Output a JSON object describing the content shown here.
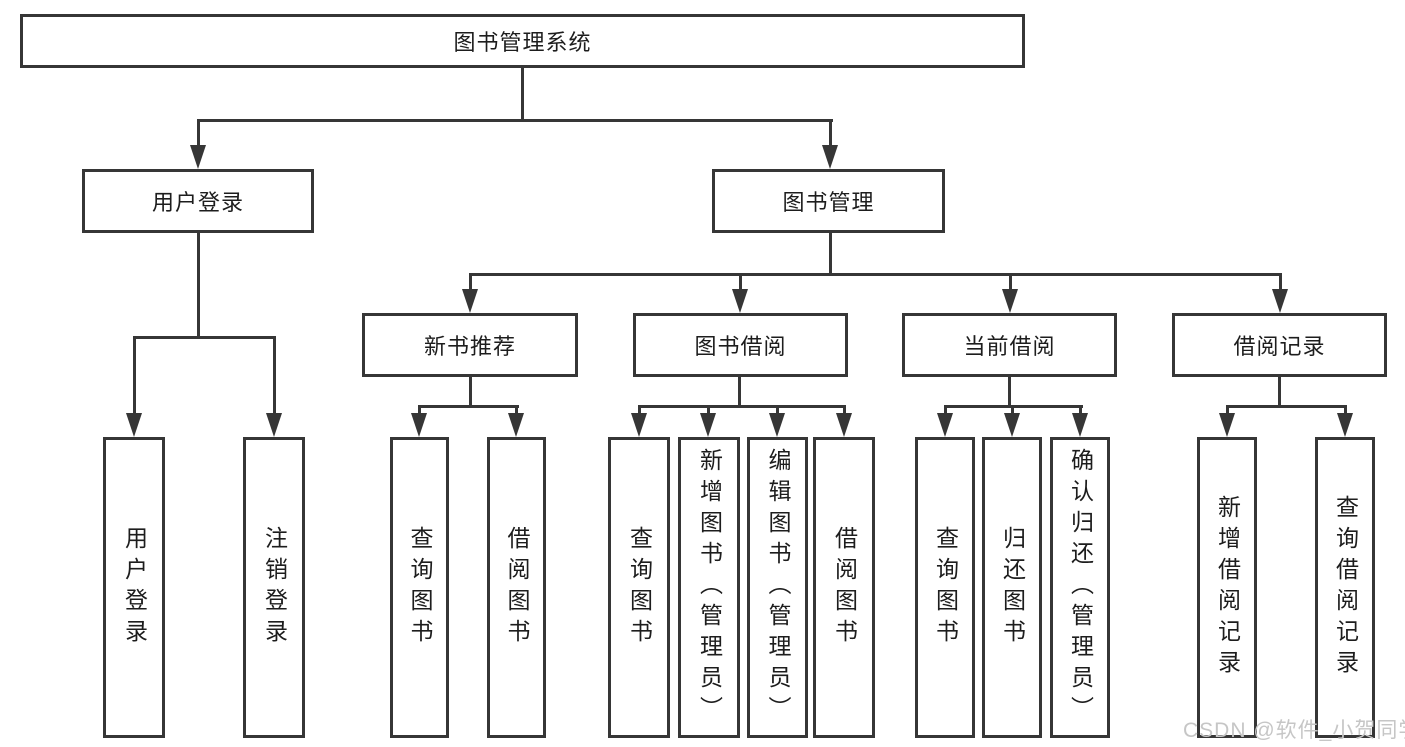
{
  "tree": {
    "label": "图书管理系统",
    "children": [
      {
        "label": "用户登录",
        "children": [
          {
            "label": "用户登录"
          },
          {
            "label": "注销登录"
          }
        ]
      },
      {
        "label": "图书管理",
        "children": [
          {
            "label": "新书推荐",
            "children": [
              {
                "label": "查询图书"
              },
              {
                "label": "借阅图书"
              }
            ]
          },
          {
            "label": "图书借阅",
            "children": [
              {
                "label": "查询图书"
              },
              {
                "label": "新增图书（管理员）"
              },
              {
                "label": "编辑图书（管理员）"
              },
              {
                "label": "借阅图书"
              }
            ]
          },
          {
            "label": "当前借阅",
            "children": [
              {
                "label": "查询图书"
              },
              {
                "label": "归还图书"
              },
              {
                "label": "确认归还（管理员）"
              }
            ]
          },
          {
            "label": "借阅记录",
            "children": [
              {
                "label": "新增借阅记录"
              },
              {
                "label": "查询借阅记录"
              }
            ]
          }
        ]
      }
    ]
  },
  "watermark": {
    "text": "CSDN @软件_小贺同学"
  },
  "colors": {
    "line": "#363636",
    "text": "#1d1d1d",
    "watermark": "#c6c6c6",
    "background": "#ffffff"
  }
}
